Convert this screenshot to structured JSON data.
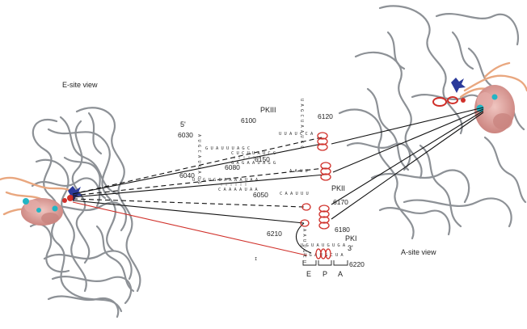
{
  "views": {
    "esite_label": "E-site view",
    "asite_label": "A-site view"
  },
  "rna": {
    "pseudoknots": {
      "pk3": "PKIII",
      "pk2": "PKII",
      "pk1": "PKI"
    },
    "ends": {
      "five_prime": "5'",
      "three_prime": "3'"
    },
    "positions": {
      "p6030": "6030",
      "p6040": "6040",
      "p6050": "6050",
      "p6080": "6080",
      "p6100": "6100",
      "p6120": "6120",
      "p6150": "6150",
      "p6170": "6170",
      "p6180": "6180",
      "p6210": "6210",
      "p6220": "6220"
    },
    "sites": {
      "e": "E",
      "p": "P",
      "a": "A"
    },
    "sequences": {
      "strand_a": "G U A U U U A G C",
      "strand_b": "C U C U U A U C C",
      "strand_c": "G A G A A U A G G",
      "strand_d": "U U G U G G A A A A U A A",
      "strand_e": "C A A A A U A A",
      "strand_f": "C A A U U U",
      "hairpin": "U U A U C C A",
      "stem_left": "A U G C A U U A C G",
      "stem_right": "U A G C U A A U G G",
      "bottom_a": "U G U A U G U G A",
      "bottom_b": "U G A U G C U A",
      "bottom_c": "A A U U G C U",
      "pk2_stem": "A A U U",
      "single_i": "I"
    }
  },
  "colors": {
    "ribbon": "#8d9196",
    "tail": "#e9a77f",
    "protein": "#d99a97",
    "highlight": "#d0302a",
    "blue": "#2b3a9a",
    "cyan": "#22b5c4",
    "red_line": "#d0302a"
  }
}
